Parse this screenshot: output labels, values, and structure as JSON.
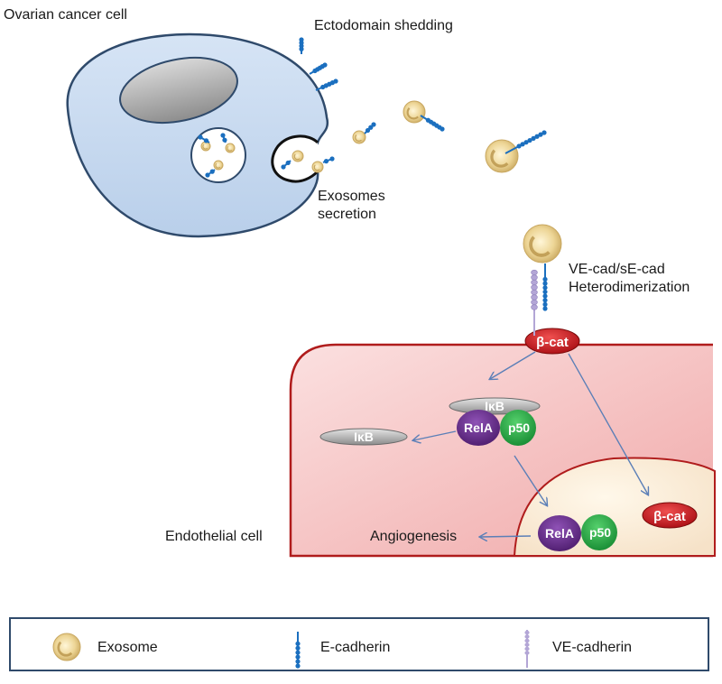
{
  "labels": {
    "ovarian_cell": "Ovarian cancer cell",
    "ectodomain": "Ectodomain shedding",
    "exosomes_secretion_1": "Exosomes",
    "exosomes_secretion_2": "secretion",
    "heterodimer_1": "VE-cad/sE-cad",
    "heterodimer_2": "Heterodimerization",
    "endothelial_cell": "Endothelial cell",
    "angiogenesis": "Angiogenesis"
  },
  "molecules": {
    "beta_cat": "β-cat",
    "ikb": "IκB",
    "rela": "RelA",
    "p50": "p50"
  },
  "legend": {
    "exosome": "Exosome",
    "e_cadherin": "E-cadherin",
    "ve_cadherin": "VE-cadherin"
  },
  "colors": {
    "ovarian_cell_fill": "#c9dbf1",
    "cell_outline": "#2f4a6b",
    "endothelial_fill": "#f6c6c6",
    "endothelial_outline": "#b01c1c",
    "beta_cat": "#c8141a",
    "rela": "#6a2a8e",
    "p50": "#2bb04a",
    "ikb": "#9a9a9a",
    "e_cadherin": "#1b6fbf",
    "ve_cadherin": "#b3a6d6",
    "exosome": "#e8cf8f",
    "arrow": "#5b7fb7"
  }
}
